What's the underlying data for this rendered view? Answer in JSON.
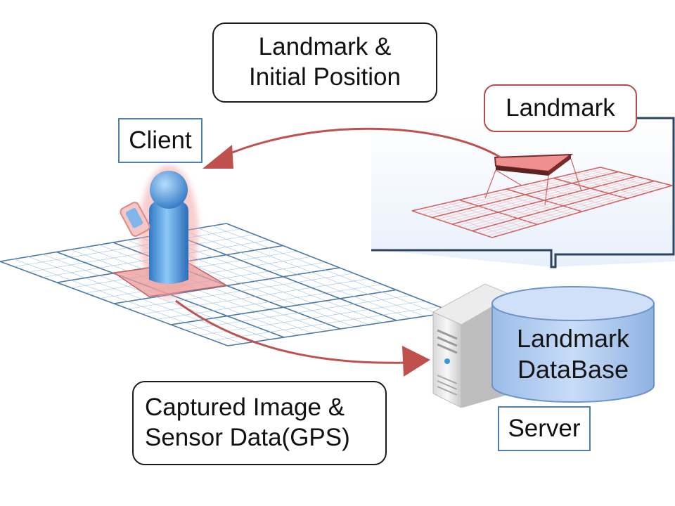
{
  "callouts": {
    "landmark_initial_position": [
      "Landmark &",
      "Initial Position"
    ],
    "captured_image_sensor": [
      "Captured Image &",
      "Sensor Data(GPS)"
    ]
  },
  "tags": {
    "client": "Client",
    "server": "Server",
    "landmark": "Landmark"
  },
  "database": {
    "line1": "Landmark",
    "line2": "DataBase"
  },
  "colors": {
    "grid_blue": "#4a78a8",
    "grid_red": "#d46060",
    "arrow_red": "#c0504d",
    "person_blue": "#5fa8e8",
    "db_blue": "#a9c8f2"
  },
  "icons": [
    "person-icon",
    "phone-icon",
    "server-tower-icon",
    "database-cylinder-icon"
  ]
}
